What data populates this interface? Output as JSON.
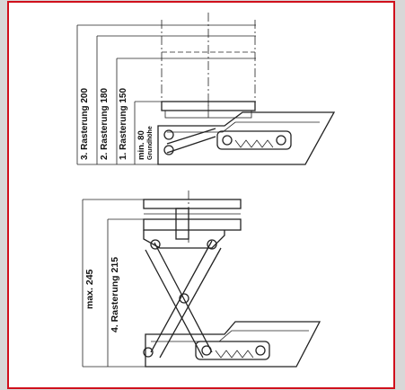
{
  "labels": {
    "r200": "3. Rasterung 200",
    "r180": "2. Rasterung 180",
    "r150": "1. Rasterung 150",
    "min80": "min. 80",
    "grundhoehe": "Grundhöhe",
    "max245": "max. 245",
    "r215": "4. Rasterung 215"
  },
  "colors": {
    "frame": "#d0101c",
    "line": "#222222",
    "background": "#d8d8d8"
  }
}
